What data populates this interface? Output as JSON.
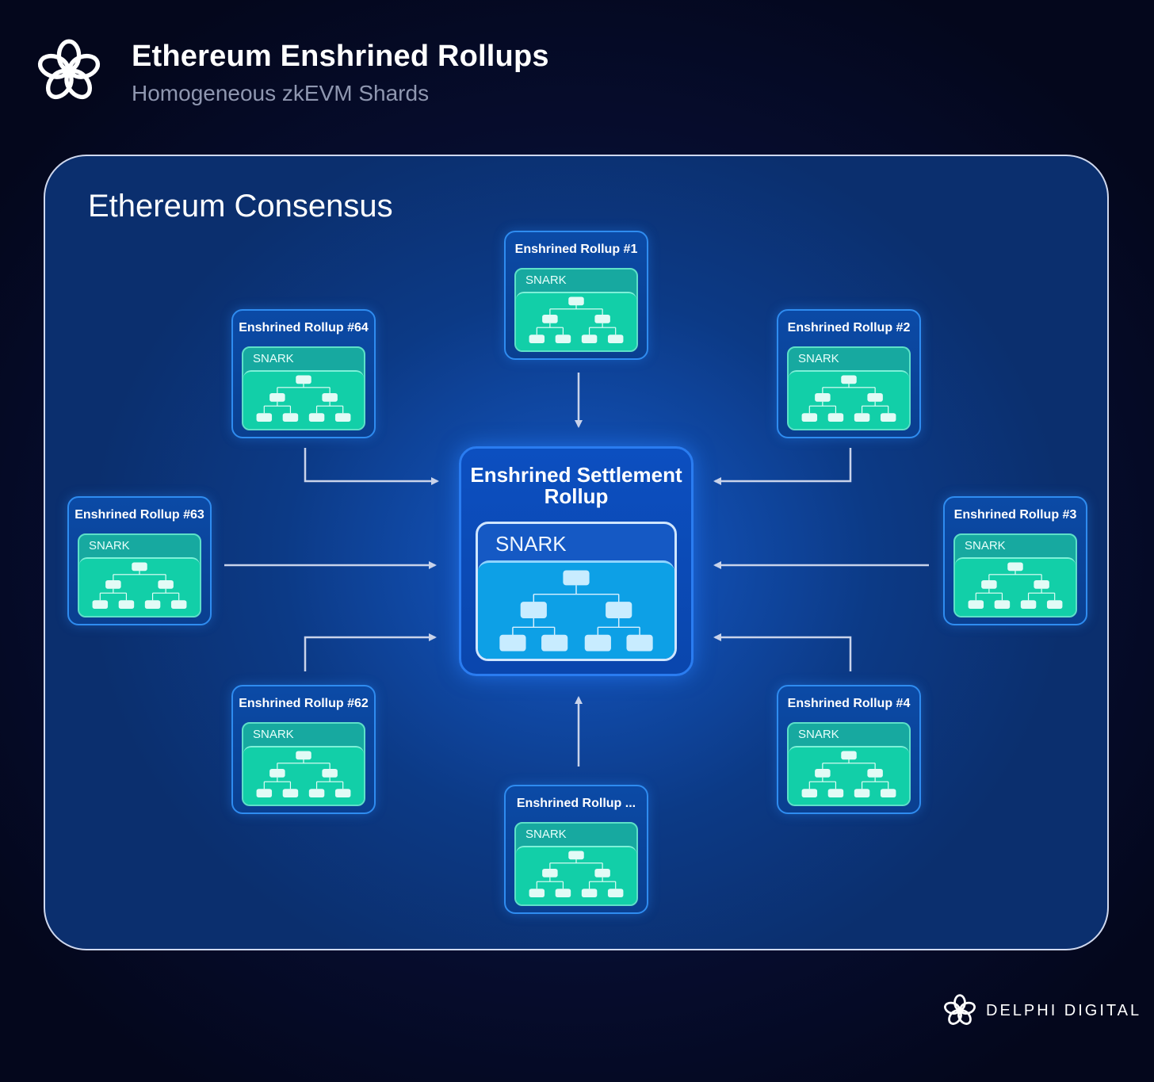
{
  "header": {
    "title": "Ethereum Enshrined Rollups",
    "subtitle": "Homogeneous zkEVM Shards",
    "logo_icon": "delphi-flower-logo-icon"
  },
  "diagram": {
    "panel_title": "Ethereum Consensus",
    "center": {
      "title_line1": "Enshrined Settlement",
      "title_line2": "Rollup",
      "snark_label": "SNARK"
    },
    "rollups": [
      {
        "id": "rollup-1",
        "title": "Enshrined Rollup #1",
        "snark_label": "SNARK"
      },
      {
        "id": "rollup-2",
        "title": "Enshrined Rollup #2",
        "snark_label": "SNARK"
      },
      {
        "id": "rollup-3",
        "title": "Enshrined Rollup #3",
        "snark_label": "SNARK"
      },
      {
        "id": "rollup-4",
        "title": "Enshrined Rollup #4",
        "snark_label": "SNARK"
      },
      {
        "id": "rollup-ellipsis",
        "title": "Enshrined Rollup ...",
        "snark_label": "SNARK"
      },
      {
        "id": "rollup-62",
        "title": "Enshrined Rollup #62",
        "snark_label": "SNARK"
      },
      {
        "id": "rollup-63",
        "title": "Enshrined Rollup #63",
        "snark_label": "SNARK"
      },
      {
        "id": "rollup-64",
        "title": "Enshrined Rollup #64",
        "snark_label": "SNARK"
      }
    ],
    "edges": [
      {
        "from": "rollup-1",
        "to": "settlement"
      },
      {
        "from": "rollup-2",
        "to": "settlement"
      },
      {
        "from": "rollup-3",
        "to": "settlement"
      },
      {
        "from": "rollup-4",
        "to": "settlement"
      },
      {
        "from": "rollup-ellipsis",
        "to": "settlement"
      },
      {
        "from": "rollup-62",
        "to": "settlement"
      },
      {
        "from": "rollup-63",
        "to": "settlement"
      },
      {
        "from": "rollup-64",
        "to": "settlement"
      }
    ]
  },
  "footer": {
    "brand_name": "DELPHI DIGITAL",
    "brand_icon": "delphi-flower-logo-icon"
  },
  "colors": {
    "panel_border": "#cfd8ee",
    "rollup_border": "#2f8cf0",
    "snark_green": "#12cfa8",
    "settlement_tree_blue": "#0da0e6",
    "arrow": "#c9d3ea"
  }
}
